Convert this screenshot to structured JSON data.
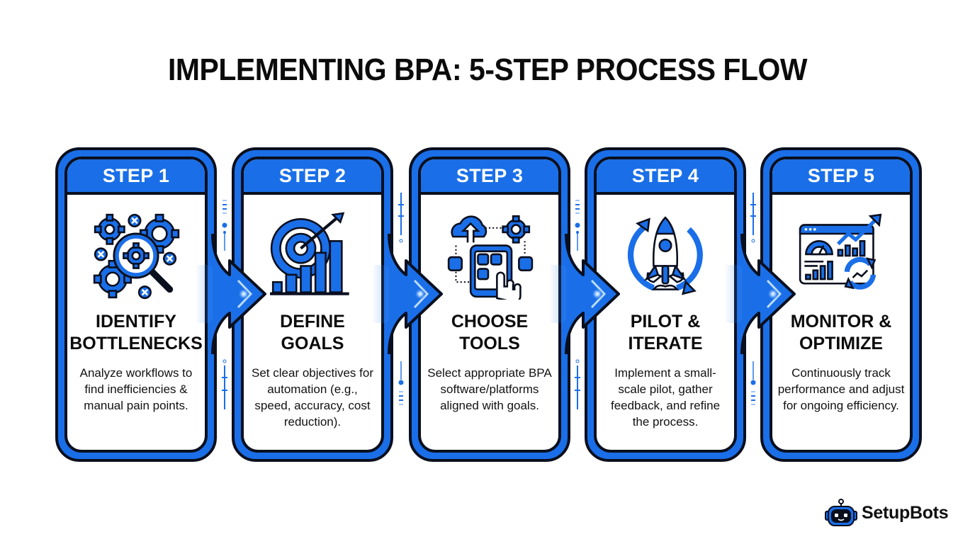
{
  "title": "IMPLEMENTING BPA: 5-STEP PROCESS FLOW",
  "colors": {
    "accent_blue": "#1a6fe8",
    "outline": "#0a0f1e",
    "background": "#ffffff",
    "text": "#111111"
  },
  "steps": [
    {
      "label": "STEP 1",
      "title": "IDENTIFY\nBOTTLENECKS",
      "description": "Analyze workflows to find inefficiencies & manual pain points.",
      "icon": "gears-magnifier-icon"
    },
    {
      "label": "STEP 2",
      "title": "DEFINE\nGOALS",
      "description": "Set clear objectives for automation (e.g., speed, accuracy, cost reduction).",
      "icon": "target-bar-chart-icon"
    },
    {
      "label": "STEP 3",
      "title": "CHOOSE\nTOOLS",
      "description": "Select appropriate BPA software/platforms aligned with goals.",
      "icon": "cloud-tablet-tools-icon"
    },
    {
      "label": "STEP 4",
      "title": "PILOT &\nITERATE",
      "description": "Implement a small-scale pilot, gather feedback, and refine the process.",
      "icon": "rocket-cycle-icon"
    },
    {
      "label": "STEP 5",
      "title": "MONITOR &\nOPTIMIZE",
      "description": "Continuously track performance and adjust for ongoing efficiency.",
      "icon": "dashboard-analytics-icon"
    }
  ],
  "connectors": [
    "arrow-1-2",
    "arrow-2-3",
    "arrow-3-4",
    "arrow-4-5"
  ],
  "brand": {
    "name": "SetupBots",
    "icon": "robot-icon"
  }
}
